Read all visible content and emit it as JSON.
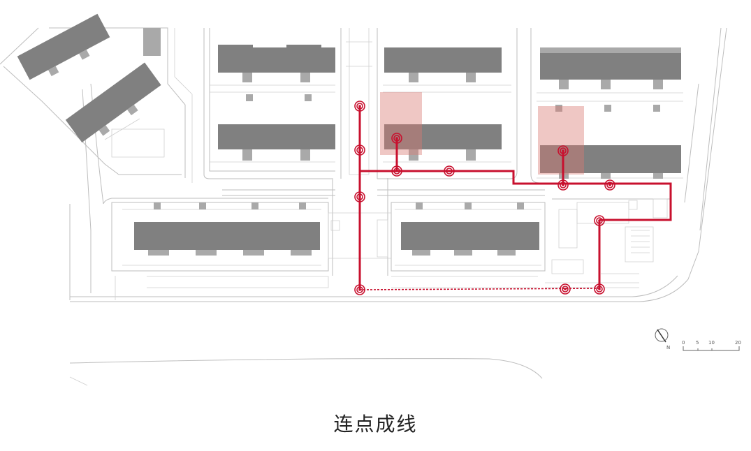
{
  "caption": "连点成线",
  "north_label": "N",
  "scale_labels": [
    "0",
    "5",
    "10",
    "20"
  ],
  "colors": {
    "route": "#c8102e",
    "zone": "#d97a72",
    "building": "#808080",
    "linework": "#bdbdbd"
  }
}
